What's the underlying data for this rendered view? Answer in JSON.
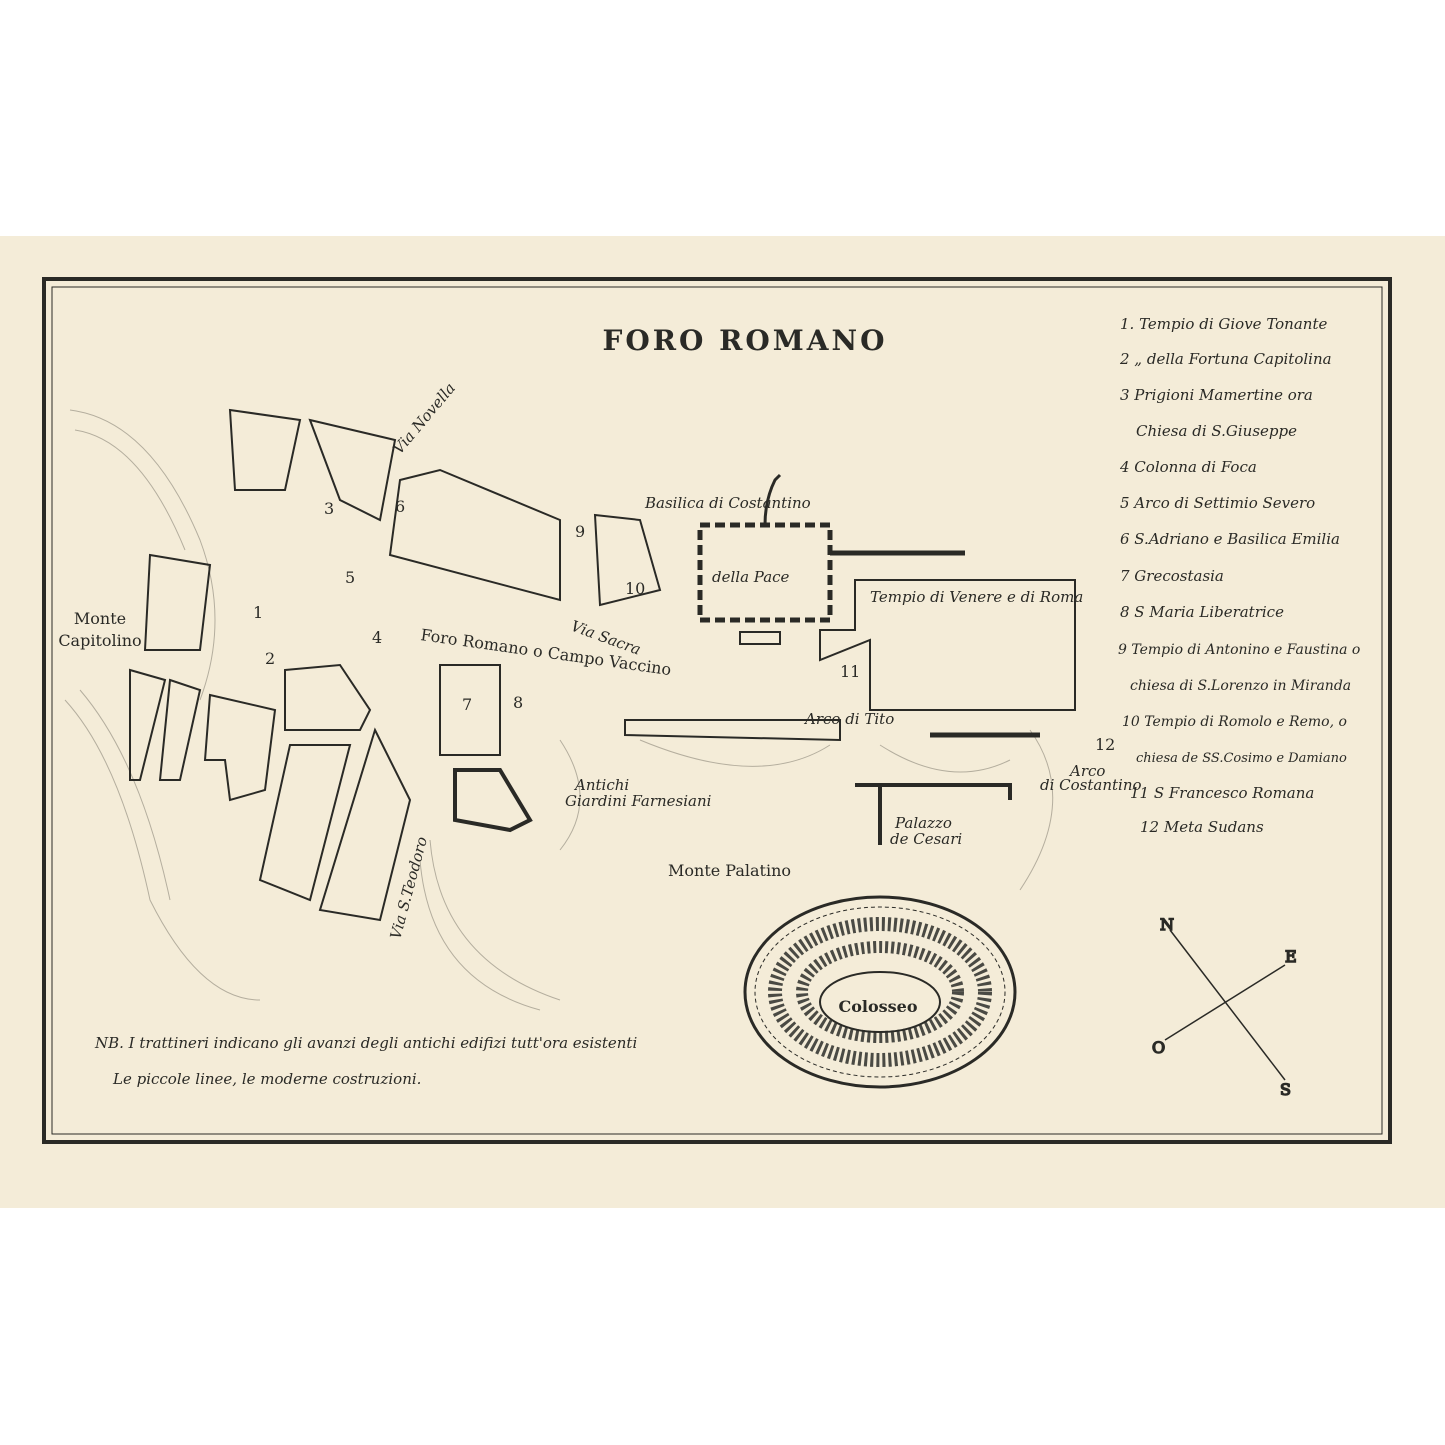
{
  "title": "FORO ROMANO",
  "legend": [
    "1. Tempio di Giove Tonante",
    "2  „ della Fortuna Capitolina",
    "3 Prigioni Mamertine ora",
    "Chiesa di S.Giuseppe",
    "4 Colonna di Foca",
    "5 Arco di Settimio Severo",
    "6 S.Adriano e Basilica Emilia",
    "7 Grecostasia",
    "8 S Maria Liberatrice",
    "9 Tempio di Antonino e Faustina o",
    "chiesa di S.Lorenzo in Miranda",
    "10 Tempio di Romolo e Remo, o",
    "chiesa de SS.Cosimo e Damiano",
    "11 S Francesco Romana",
    "12 Meta Sudans"
  ],
  "labels": {
    "monte_capitolino_1": "Monte",
    "monte_capitolino_2": "Capitolino",
    "foro": "Foro Romano o Campo Vaccino",
    "basilica": "Basilica di Costantino",
    "pace": "della Pace",
    "venere": "Tempio di Venere e di Roma",
    "arco_tito": "Arco di Tito",
    "via_sacra": "Via Sacra",
    "via_nuova": "Via Novella",
    "giardini_1": "Antichi",
    "giardini_2": "Giardini Farnesiani",
    "palatino": "Monte Palatino",
    "palazzo_1": "Palazzo",
    "palazzo_2": "de Cesari",
    "arco_costantino_1": "Arco",
    "arco_costantino_2": "di Costantino",
    "colosseo": "Colosseo",
    "via_teodoro": "Via S.Teodoro"
  },
  "numbers": [
    "1",
    "2",
    "3",
    "4",
    "5",
    "6",
    "7",
    "8",
    "9",
    "10",
    "11",
    "12"
  ],
  "compass": {
    "n": "N",
    "e": "E",
    "s": "S",
    "o": "O"
  },
  "note": [
    "NB. I trattineri indicano gli avanzi degli antichi edifizi tutt'ora esistenti",
    "Le piccole linee, le moderne costruzioni."
  ],
  "colors": {
    "paper": "#f4ecd8",
    "ink": "#2a2a26"
  }
}
